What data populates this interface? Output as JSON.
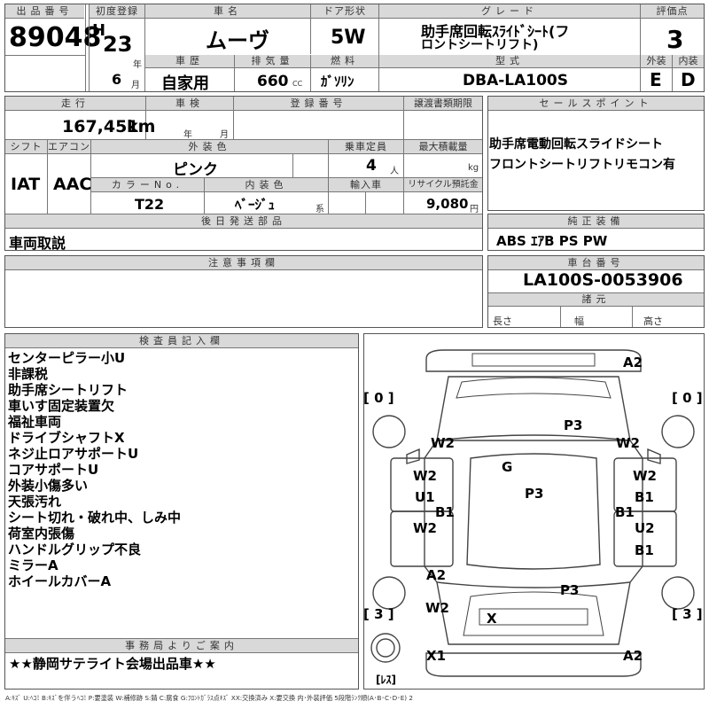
{
  "header": {
    "lot_label": "出品番号",
    "lot_number": "89048",
    "first_reg_label": "初度登録",
    "era": "H",
    "year": "23",
    "year_unit": "年",
    "month": "6",
    "month_unit": "月",
    "model_name_label": "車名",
    "model_name": "ムーヴ",
    "door_label": "ドア形状",
    "door": "5W",
    "grade_label": "グレード",
    "grade_line1": "助手席回転ｽﾗｲﾄﾞｼｰﾄ(フ",
    "grade_line2": "ロントシートリフト)",
    "score_label": "評価点",
    "score": "3",
    "history_label": "車歴",
    "history": "自家用",
    "displacement_label": "排気量",
    "displacement": "660",
    "displacement_unit": "CC",
    "fuel_label": "燃料",
    "fuel": "ｶﾞｿﾘﾝ",
    "type_label": "型式",
    "type": "DBA-LA100S",
    "exterior_label": "外装",
    "exterior": "E",
    "interior_label": "内装",
    "interior": "D"
  },
  "row2": {
    "mileage_label": "走行",
    "mileage": "167,451",
    "mileage_unit": "km",
    "inspection_label": "車検",
    "inspection_year_unit": "年",
    "inspection_month_unit": "月",
    "reg_no_label": "登録番号",
    "transfer_label": "譲渡書類期限",
    "shift_label": "シフト",
    "shift": "IAT",
    "ac_label": "エアコン",
    "ac": "AAC",
    "color_label": "外装色",
    "color": "ピンク",
    "capacity_label": "乗車定員",
    "capacity": "4",
    "capacity_unit": "人",
    "load_label": "最大積載量",
    "load_unit": "kg",
    "color_no_label": "カラーNo.",
    "color_no": "T22",
    "interior_color_label": "内装色",
    "interior_color": "ﾍﾞｰｼﾞｭ",
    "interior_color_unit": "系",
    "import_label": "輸入車",
    "recycle_label": "リサイクル預託金",
    "recycle": "9,080",
    "recycle_unit": "円",
    "later_parts_label": "後日発送部品",
    "later_parts": "車両取説"
  },
  "sales_point": {
    "label": "セールスポイント",
    "line1": "助手席電動回転スライドシート",
    "line2": "フロントシートリフトリモコン有"
  },
  "equipment": {
    "label": "純正装備",
    "value": "ABS ｴｱB PS PW"
  },
  "notes": {
    "label": "注意事項欄"
  },
  "chassis": {
    "label": "車台番号",
    "value": "LA100S-0053906",
    "dims_label": "諸元",
    "length_label": "長さ",
    "width_label": "幅",
    "height_label": "高さ"
  },
  "inspector": {
    "label": "検査員記入欄",
    "lines": [
      "センターピラー小U",
      "非課税",
      "助手席シートリフト",
      "車いす固定装置欠",
      "福祉車両",
      "ドライブシャフトX",
      "ネジ止ロアサポートU",
      "コアサポートU",
      "外装小傷多い",
      "天張汚れ",
      "シート切れ・破れ中、しみ中",
      "荷室内張傷",
      "ハンドルグリップ不良",
      "ミラーA",
      "ホイールカバーA"
    ]
  },
  "office": {
    "label": "事務局よりご案内",
    "message": "★★静岡サテライト会場出品車★★"
  },
  "diagram": {
    "marks": {
      "a2_top": "A2",
      "bracket_tl": "[ 0 ]",
      "bracket_tr": "[ 0 ]",
      "p3_hood": "P3",
      "w2_fl": "W2",
      "w2_fr": "W2",
      "g": "G",
      "w2_ld": "W2",
      "w2_rd": "W2",
      "u1_l": "U1",
      "p3_roof": "P3",
      "b1_rd": "B1",
      "b1_l": "B1",
      "b1_r": "B1",
      "w2_lr": "W2",
      "u2_r": "U2",
      "b1_rr": "B1",
      "a2_rl": "A2",
      "p3_rear": "P3",
      "bracket_bl": "[ 3 ]",
      "bracket_br": "[ 3 ]",
      "w2_rr": "W2",
      "x_bumper": "X",
      "x1": "X1",
      "a2_bottom": "A2",
      "spare": "[ﾚｽ]"
    }
  },
  "legend": "A:ｷｽﾞ U:ﾍｺﾐ B:ｷｽﾞを伴うﾍｺﾐ P:要塗装 W:補修跡 S:錆 C:腐食 G:ﾌﾛﾝﾄｶﾞﾗｽ点ｷｽﾞ XX:交換済み X:要交換 内･外装評価 5段階ﾗﾝｸ順(A･B･C･D･E) 2"
}
